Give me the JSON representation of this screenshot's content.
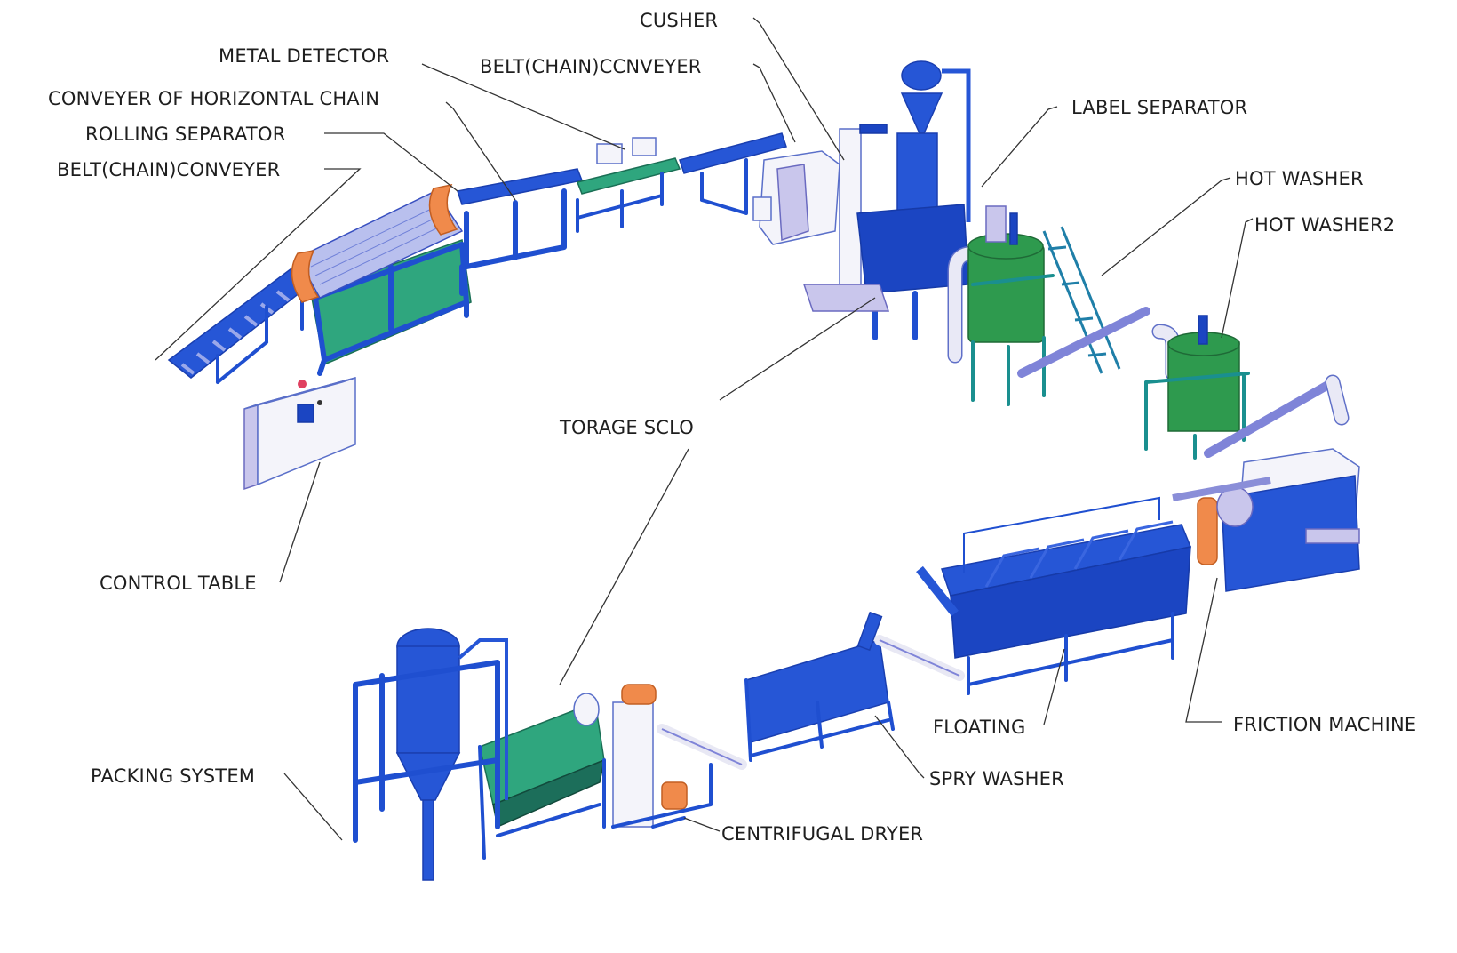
{
  "diagram": {
    "type": "plastic bottle recycling washing line",
    "labels": {
      "cusher": "CUSHER",
      "metal_detector": "METAL DETECTOR",
      "belt_conveyer_upper": "BELT(CHAIN)CCNVEYER",
      "conveyer_horizontal_chain": "CONVEYER OF HORIZONTAL CHAIN",
      "rolling_separator": "ROLLING SEPARATOR",
      "belt_conveyer_lower": "BELT(CHAIN)CONVEYER",
      "label_separator": "LABEL SEPARATOR",
      "hot_washer": "HOT WASHER",
      "hot_washer2": "HOT WASHER2",
      "storage_silo": "TORAGE SCLO",
      "control_table": "CONTROL TABLE",
      "friction_machine": "FRICTION MACHINE",
      "floating": "FLOATING",
      "spry_washer": "SPRY WASHER",
      "packing_system": "PACKING SYSTEM",
      "centrifugal_dryer": "CENTRIFUGAL DRYER"
    },
    "colors": {
      "frame_blue": "#1f4fd0",
      "tank_green": "#2fa67e",
      "accent_orange": "#f08a4b",
      "label_text": "#1e1e1e"
    }
  }
}
